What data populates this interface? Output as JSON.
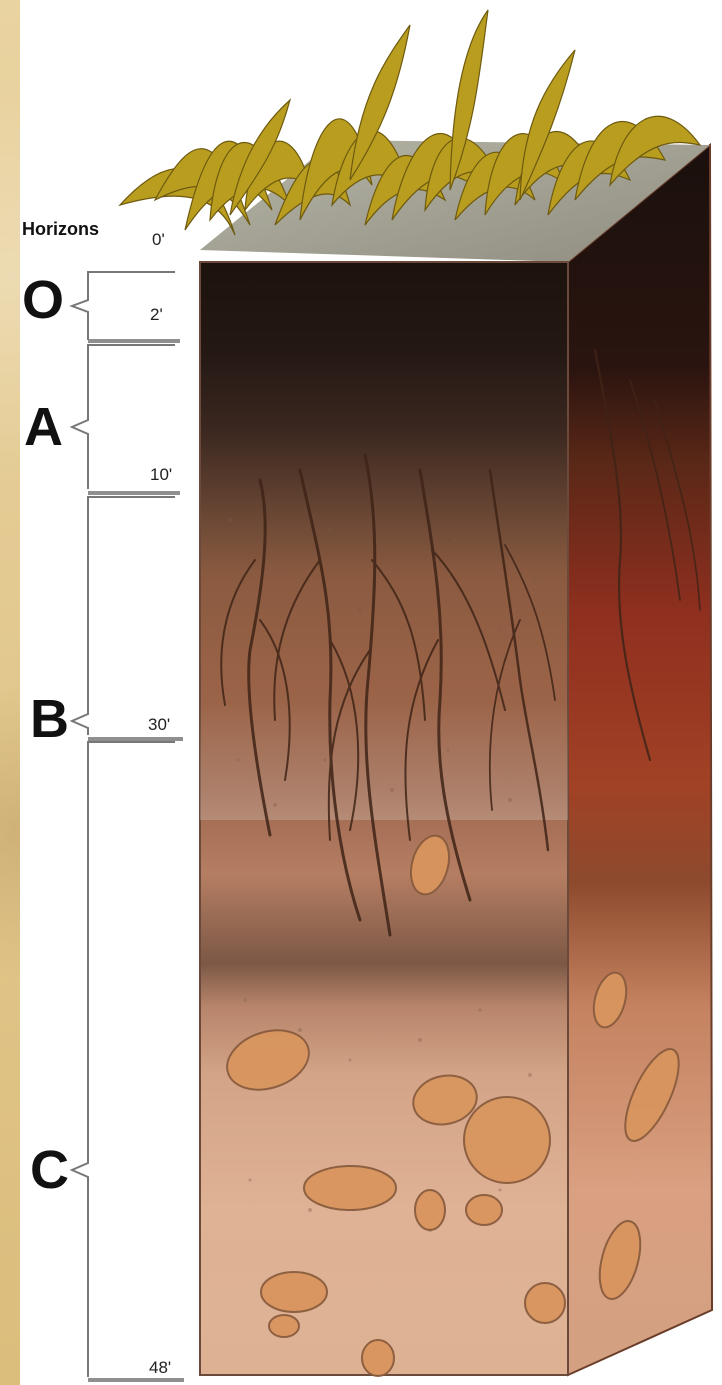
{
  "diagram": {
    "heading": "Horizons",
    "horizons": [
      {
        "label": "O"
      },
      {
        "label": "A"
      },
      {
        "label": "B"
      },
      {
        "label": "C"
      }
    ],
    "depth_marks": [
      "0'",
      "2'",
      "10'",
      "30'",
      "48'"
    ]
  }
}
